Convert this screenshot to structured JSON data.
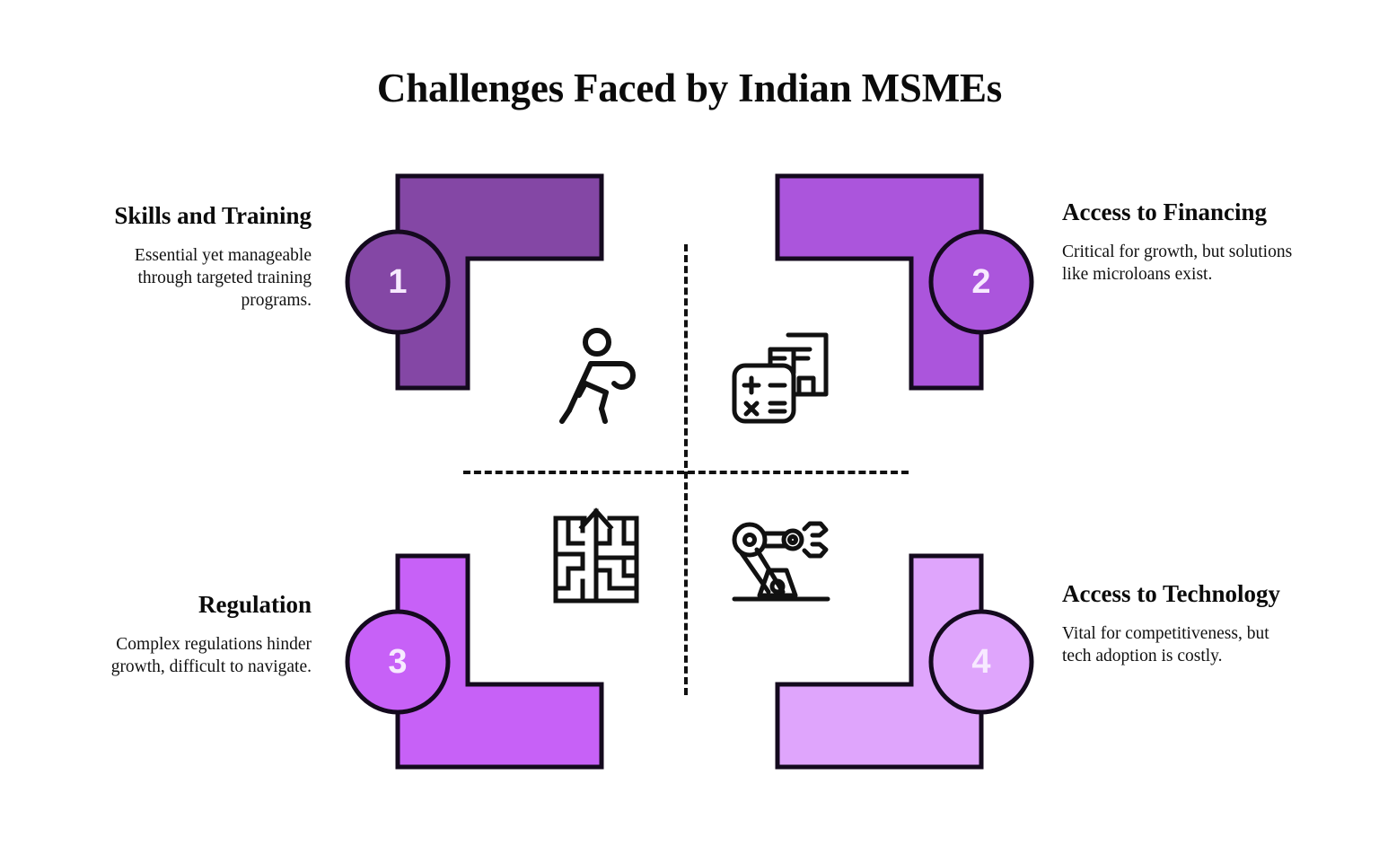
{
  "page": {
    "title": "Challenges Faced by Indian MSMEs",
    "background_color": "#ffffff",
    "outline_color": "#140a1e",
    "number_text_color": "#f7eaff"
  },
  "divider": {
    "name": "dashed-crosshair",
    "color": "#111111",
    "style": "dashed"
  },
  "quadrants": [
    {
      "number": "1",
      "heading": "Skills and Training",
      "body": "Essential yet manageable through targeted training programs.",
      "color": "#8447a5",
      "icon": "person-training-icon",
      "text_align": "right",
      "position": "top-left"
    },
    {
      "number": "2",
      "heading": "Access to Financing",
      "body": "Critical for growth, but solutions like microloans exist.",
      "color": "#ab55dc",
      "icon": "calculator-finance-icon",
      "text_align": "left",
      "position": "top-right"
    },
    {
      "number": "3",
      "heading": "Regulation",
      "body": "Complex regulations hinder growth, difficult to navigate.",
      "color": "#c761f7",
      "icon": "maze-arrow-icon",
      "text_align": "right",
      "position": "bottom-left"
    },
    {
      "number": "4",
      "heading": "Access to Technology",
      "body": "Vital for competitiveness, but tech adoption is costly.",
      "color": "#dfa5fc",
      "icon": "robot-arm-icon",
      "text_align": "left",
      "position": "bottom-right"
    }
  ]
}
